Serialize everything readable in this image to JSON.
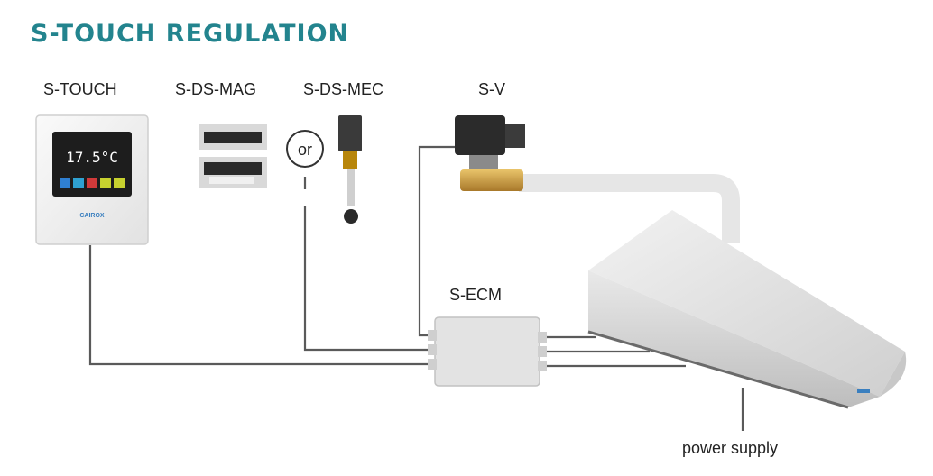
{
  "title": "S-TOUCH REGULATION",
  "labels": {
    "s_touch": "S-TOUCH",
    "s_ds_mag": "S-DS-MAG",
    "s_ds_mec": "S-DS-MEC",
    "s_v": "S-V",
    "s_ecm": "S-ECM",
    "or": "or",
    "power_supply": "power supply"
  },
  "s_touch_device": {
    "temperature": "17.5°C",
    "brand": "CAIROX"
  },
  "colors": {
    "title": "#23848e",
    "wire": "#5a5a5a",
    "pipe": "#e6e6e6"
  }
}
